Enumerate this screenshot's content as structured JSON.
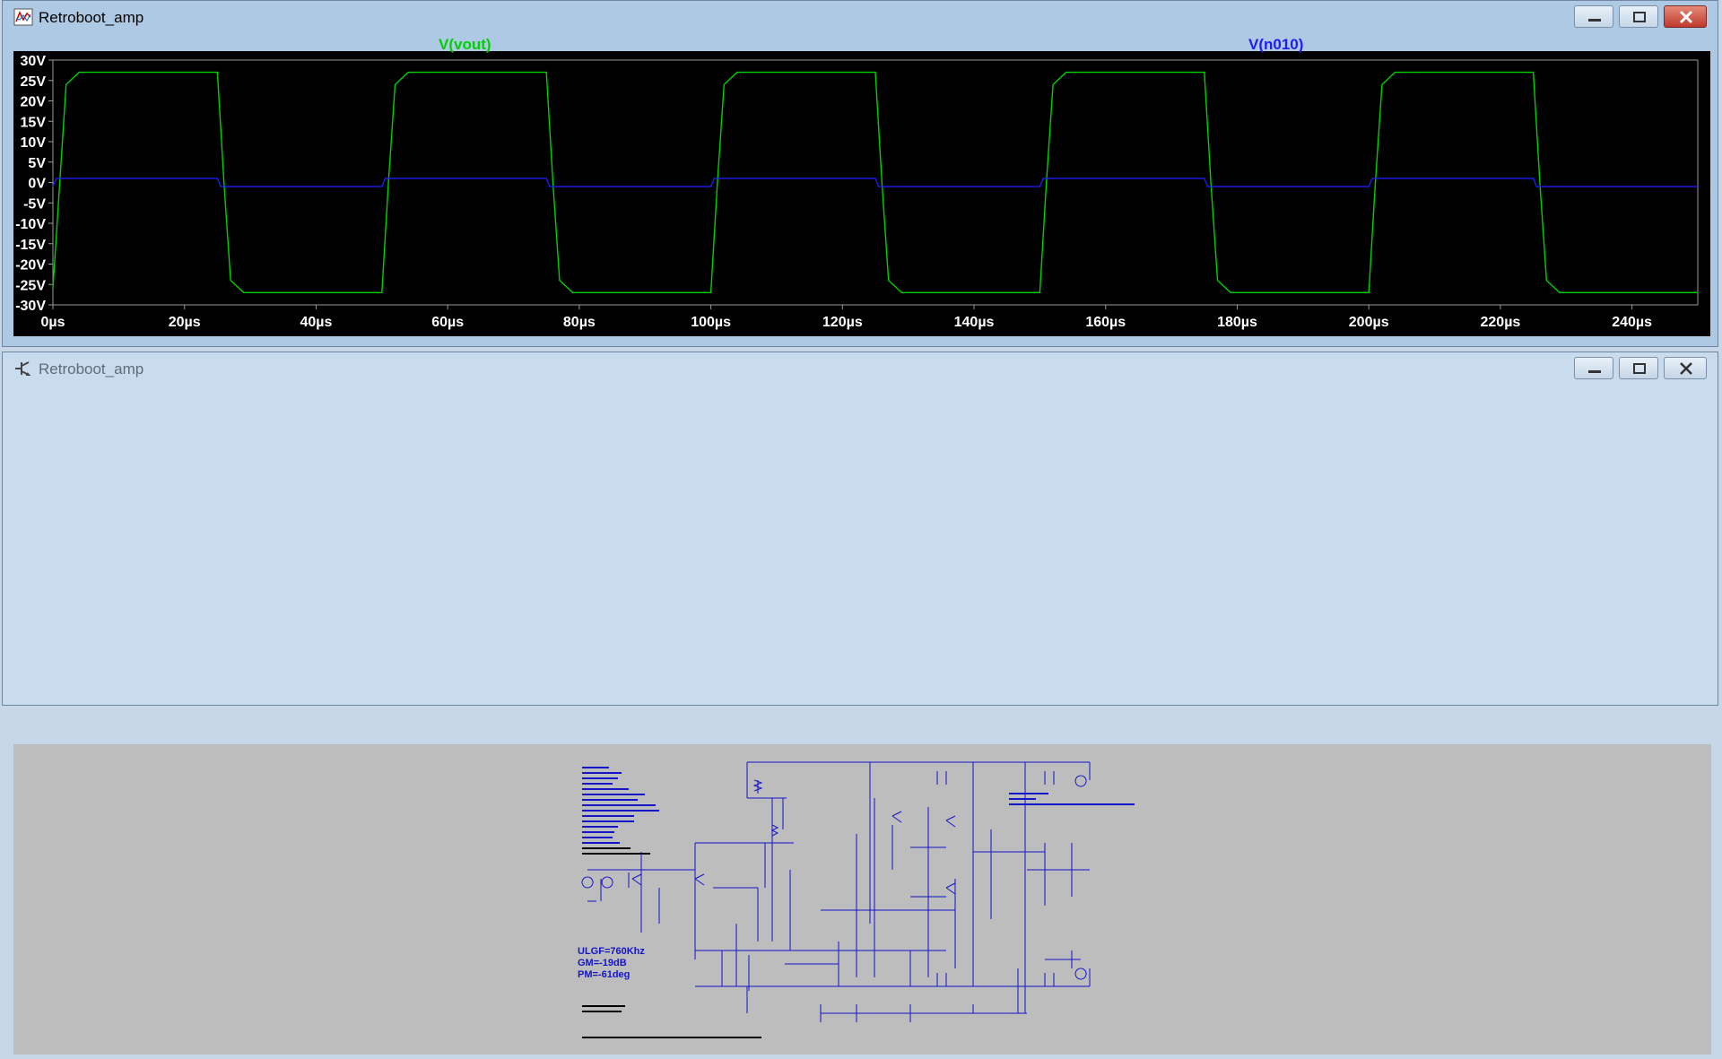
{
  "waveform_window": {
    "title": "Retroboot_amp",
    "trace1_label": "V(vout)",
    "trace2_label": "V(n010)",
    "trace1_color": "#00d000",
    "trace2_color": "#1e1ef0"
  },
  "chart_data": {
    "type": "line",
    "xlabel": "",
    "ylabel": "",
    "x_ticks": [
      "0µs",
      "20µs",
      "40µs",
      "60µs",
      "80µs",
      "100µs",
      "120µs",
      "140µs",
      "160µs",
      "180µs",
      "200µs",
      "220µs",
      "240µs"
    ],
    "y_ticks": [
      "30V",
      "25V",
      "20V",
      "15V",
      "10V",
      "5V",
      "0V",
      "-5V",
      "-10V",
      "-15V",
      "-20V",
      "-25V",
      "-30V"
    ],
    "xlim": [
      0,
      250
    ],
    "ylim": [
      -30,
      30
    ],
    "series": [
      {
        "name": "V(vout)",
        "x": [
          0,
          2,
          4,
          25,
          26,
          27,
          29,
          50,
          51,
          52,
          54,
          75,
          76,
          77,
          79,
          100,
          101,
          102,
          104,
          125,
          126,
          127,
          129,
          150,
          151,
          152,
          154,
          175,
          176,
          177,
          179,
          200,
          201,
          202,
          204,
          225,
          226,
          227,
          229,
          250
        ],
        "y": [
          -26,
          24,
          27,
          27,
          0,
          -24,
          -27,
          -27,
          0,
          24,
          27,
          27,
          0,
          -24,
          -27,
          -27,
          0,
          24,
          27,
          27,
          0,
          -24,
          -27,
          -27,
          0,
          24,
          27,
          27,
          0,
          -24,
          -27,
          -27,
          0,
          24,
          27,
          27,
          0,
          -24,
          -27,
          -27
        ]
      },
      {
        "name": "V(n010)",
        "x": [
          0,
          0.5,
          25,
          25.5,
          50,
          50.5,
          75,
          75.5,
          100,
          100.5,
          125,
          125.5,
          150,
          150.5,
          175,
          175.5,
          200,
          200.5,
          225,
          225.5,
          250
        ],
        "y": [
          -1,
          1,
          1,
          -1,
          -1,
          1,
          1,
          -1,
          -1,
          1,
          1,
          -1,
          -1,
          1,
          1,
          -1,
          -1,
          1,
          1,
          -1,
          -1
        ]
      }
    ]
  },
  "schematic_window": {
    "title": "Retroboot_amp",
    "stability_notes": [
      "ULGF=760Khz",
      "GM=-19dB",
      "PM=-61deg"
    ]
  },
  "colors": {
    "schematic_wire": "#1414c8",
    "schematic_bg": "#bdbdbd",
    "plot_bg": "#000000"
  }
}
